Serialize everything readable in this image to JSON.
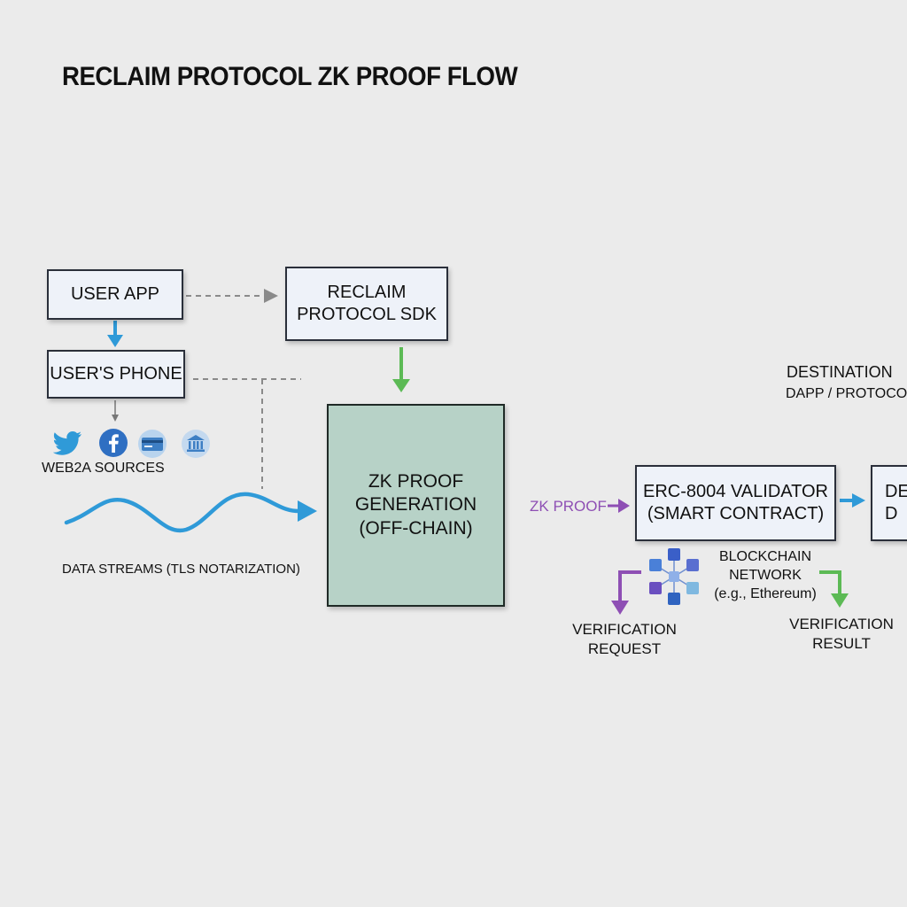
{
  "title": "RECLAIM PROTOCOL ZK PROOF FLOW",
  "nodes": {
    "user_app": "USER APP",
    "users_phone": "USER'S PHONE",
    "reclaim_sdk": "RECLAIM\nPROTOCOL SDK",
    "zk_generation": "ZK PROOF\nGENERATION\n(OFF-CHAIN)",
    "validator": "ERC-8004 VALIDATOR\n(SMART CONTRACT)",
    "destination_box": "DES\nD"
  },
  "labels": {
    "web2a_sources": "WEB2A SOURCES",
    "data_streams": "DATA STREAMS (TLS NOTARIZATION)",
    "zk_proof": "ZK PROOF",
    "destination_title": "DESTINATION",
    "destination_sub": "DAPP / PROTOCOL",
    "blockchain": "BLOCKCHAIN\nNETWORK\n(e.g., Ethereum)",
    "verification_request": "VERIFICATION\nREQUEST",
    "verification_result": "VERIFICATION\nRESULT"
  },
  "sources_icons": [
    "twitter-icon",
    "facebook-icon",
    "credit-card-icon",
    "bank-icon"
  ],
  "colors": {
    "blue": "#2f9ad8",
    "green": "#5cba55",
    "purple": "#8e4fb4",
    "zk_fill": "#b7d2c7",
    "box_fill": "#eef2f9",
    "dashed": "#8a8a8a"
  }
}
